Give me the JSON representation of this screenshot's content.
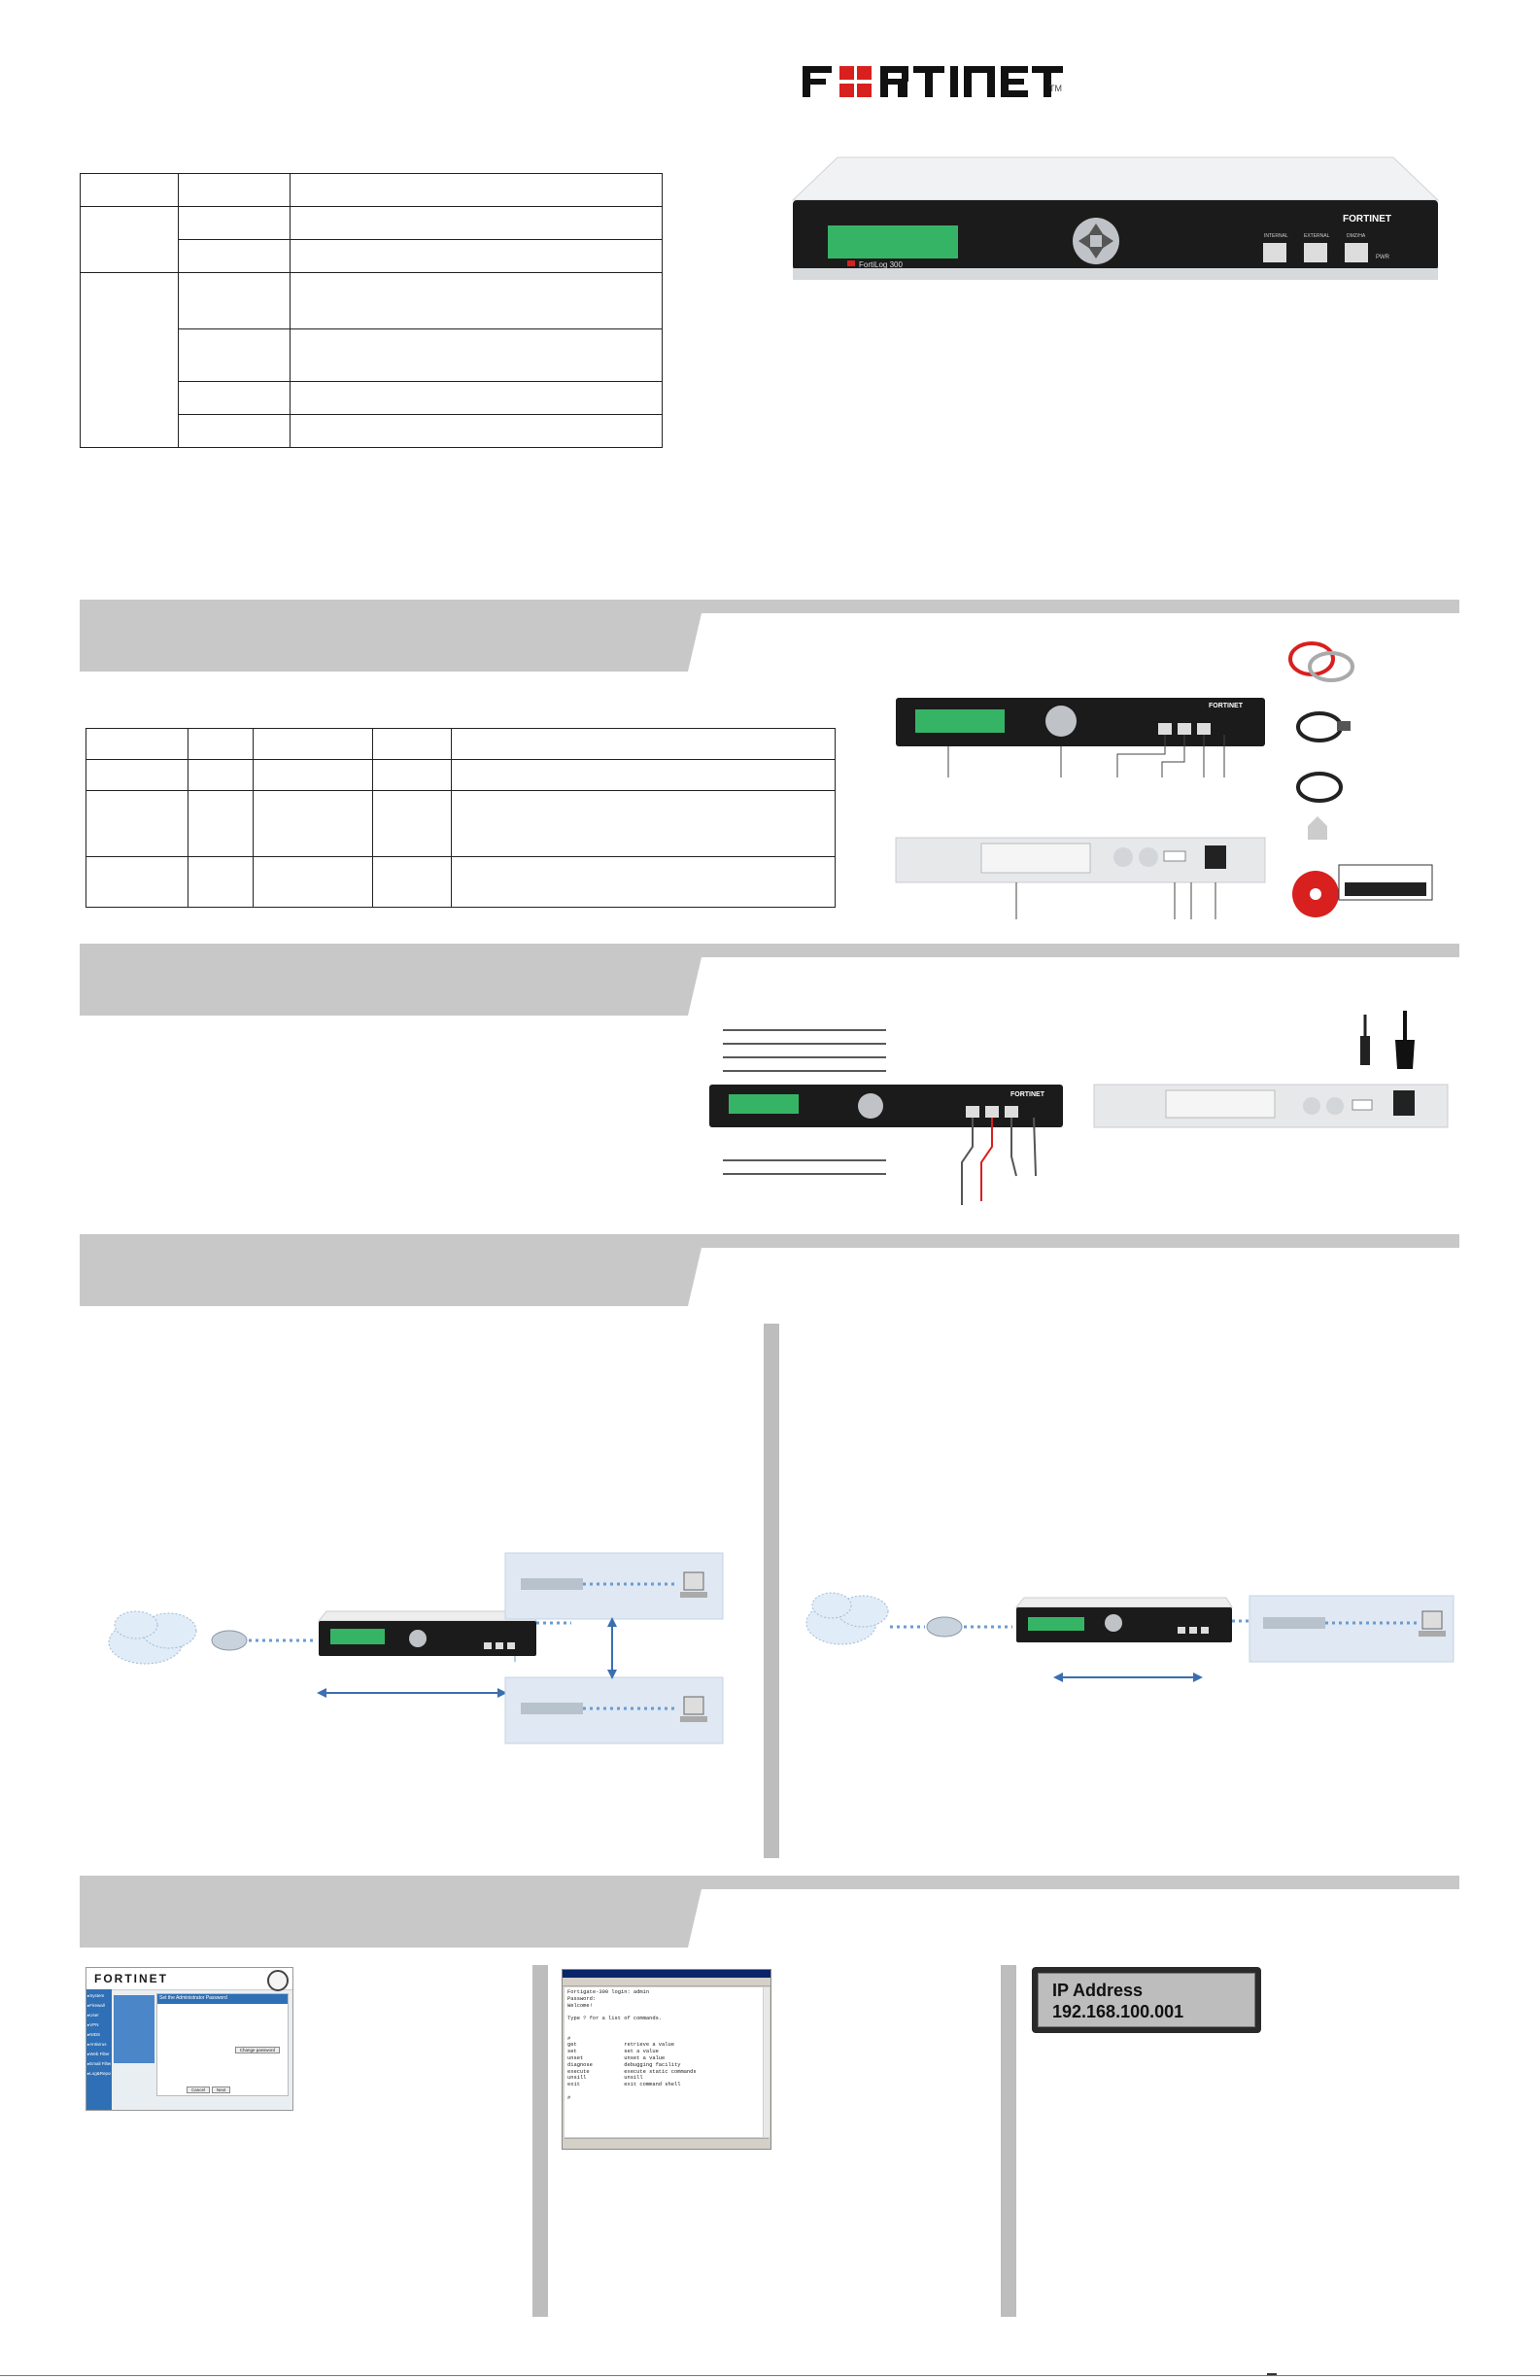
{
  "brand": {
    "logo_text": "FORTINET",
    "trademark": "TM"
  },
  "devices": {
    "front_panel_model": "FortiLog 300",
    "port_labels": [
      "INTERNAL",
      "EXTERNAL",
      "DMZ / HA"
    ],
    "power_label": "PWR"
  },
  "cli_window": {
    "lines": [
      "Fortigate-300 login: admin",
      "Password:",
      "Welcome!",
      "",
      "Type ? for a list of commands.",
      "",
      "",
      "#",
      "get               retrieve a value",
      "set               set a value",
      "unset             unset a value",
      "diagnose          debugging facility",
      "execute           execute static commands",
      "unsill            unsill",
      "exit              exit command shell",
      "",
      "#"
    ]
  },
  "web_config": {
    "menu_items": [
      "System",
      "Firewall",
      "User",
      "VPN",
      "NIDS",
      "Antivirus",
      "Web Filter",
      "Email Filter",
      "Log&Report"
    ],
    "dialog_title": "Set the Administrator Password",
    "buttons": [
      "Change password",
      "Cancel",
      "Next"
    ]
  },
  "lcd_display": {
    "line1": "IP Address",
    "line2": "192.168.100.001"
  }
}
